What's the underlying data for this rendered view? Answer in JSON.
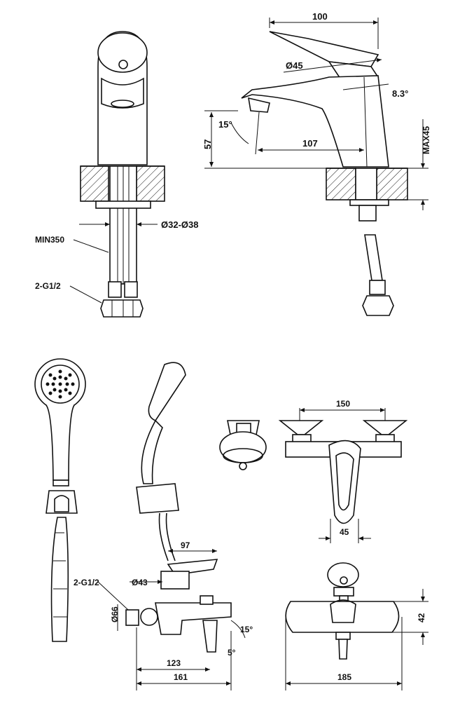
{
  "dimensions": {
    "basin_width": "100",
    "basin_diameter": "Ø45",
    "basin_tilt": "8.3°",
    "basin_spout_angle": "15°",
    "basin_height": "57",
    "basin_reach": "107",
    "basin_max_deck": "MAX45",
    "basin_hole": "Ø32-Ø38",
    "basin_min_hose": "MIN350",
    "basin_connection": "2-G1/2",
    "shower_centres": "150",
    "shower_handle_width": "45",
    "bath_length": "97",
    "bath_connection": "2-G1/2",
    "bath_diameter": "Ø43",
    "bath_flange": "Ø66",
    "bath_spout_angle": "15°",
    "bath_angle_small": "5°",
    "bath_reach": "123",
    "bath_total": "161",
    "front_height": "42",
    "front_width": "185"
  }
}
